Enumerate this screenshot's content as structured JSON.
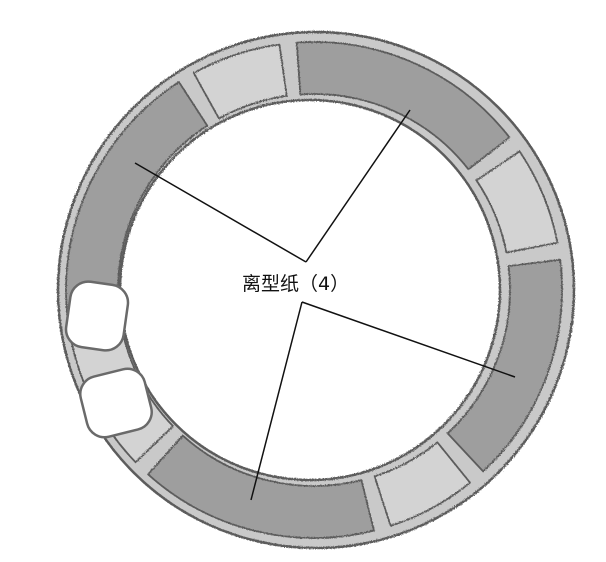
{
  "diagram": {
    "label": "离型纸（4）",
    "colors": {
      "segment_dark": "#9e9e9e",
      "segment_light": "#d3d3d3",
      "window_fill": "#ffffff",
      "ring_outline": "#5c5c5c",
      "leader_line": "#111111"
    },
    "segments": [
      {
        "name": "segment-dark-top-left",
        "shade": "dark"
      },
      {
        "name": "segment-light-top",
        "shade": "light"
      },
      {
        "name": "segment-dark-top-right",
        "shade": "dark"
      },
      {
        "name": "segment-light-right",
        "shade": "light"
      },
      {
        "name": "segment-dark-right",
        "shade": "dark"
      },
      {
        "name": "segment-light-bottom-right",
        "shade": "light"
      },
      {
        "name": "segment-dark-bottom",
        "shade": "dark"
      },
      {
        "name": "segment-light-left",
        "shade": "light"
      }
    ],
    "leader_targets": [
      "upper-left",
      "upper-right",
      "lower-right",
      "lower-left"
    ]
  }
}
